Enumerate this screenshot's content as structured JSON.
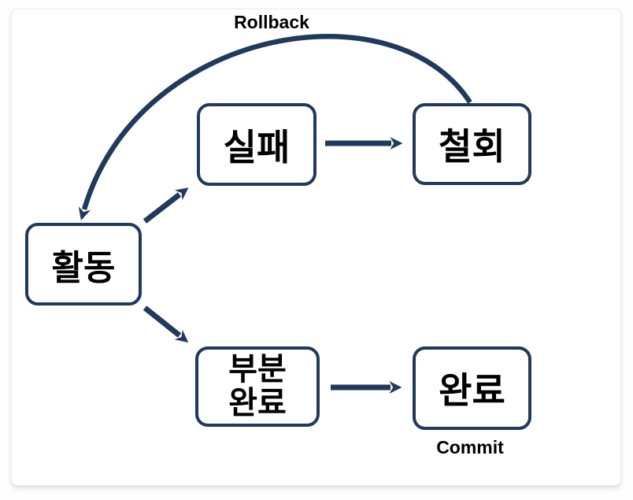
{
  "diagram": {
    "type": "state-transition-diagram",
    "nodes": {
      "activity": {
        "label": "활동"
      },
      "failure": {
        "label": "실패"
      },
      "withdraw": {
        "label": "철회"
      },
      "partial": {
        "line1": "부분",
        "line2": "완료"
      },
      "complete": {
        "label": "완료"
      }
    },
    "edges": {
      "rollback_label": "Rollback",
      "commit_label": "Commit",
      "connections": [
        "activity -> failure",
        "failure -> withdraw",
        "withdraw -> activity (Rollback, curved)",
        "activity -> partial",
        "partial -> complete (Commit)"
      ]
    },
    "colors": {
      "line": "#1f3a5c",
      "text": "#000000",
      "card_background": "#ffffff",
      "card_border": "#ececec"
    }
  }
}
